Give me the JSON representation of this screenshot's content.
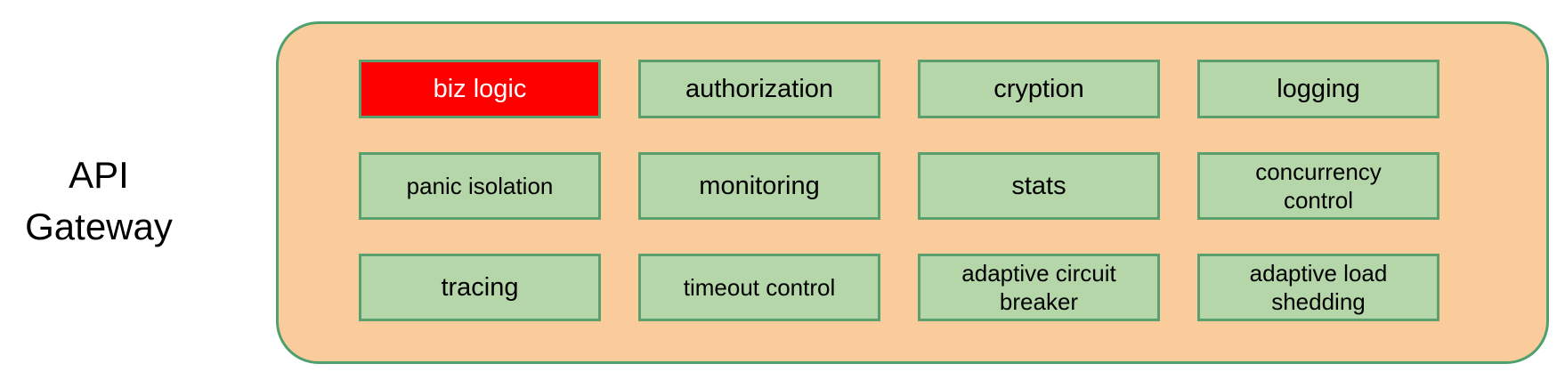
{
  "title": {
    "line1": "API",
    "line2": "Gateway"
  },
  "boxes": [
    {
      "label": "biz logic",
      "state": "highlighted"
    },
    {
      "label": "authorization",
      "state": "normal"
    },
    {
      "label": "cryption",
      "state": "normal"
    },
    {
      "label": "logging",
      "state": "normal"
    },
    {
      "label": "panic isolation",
      "state": "normal"
    },
    {
      "label": "monitoring",
      "state": "normal"
    },
    {
      "label": "stats",
      "state": "normal"
    },
    {
      "label": "concurrency control",
      "state": "normal"
    },
    {
      "label": "tracing",
      "state": "normal"
    },
    {
      "label": "timeout control",
      "state": "normal"
    },
    {
      "label": "adaptive circuit breaker",
      "state": "normal"
    },
    {
      "label": "adaptive load shedding",
      "state": "normal"
    }
  ],
  "colors": {
    "container-fill": "#FACB9B",
    "container-border": "#4EA06E",
    "box-fill": "#B4D6A8",
    "box-border": "#5AA06E",
    "highlight-fill": "#FE0000",
    "highlight-text": "#FFFFFF",
    "text": "#000000",
    "background": "#FFFFFF"
  }
}
